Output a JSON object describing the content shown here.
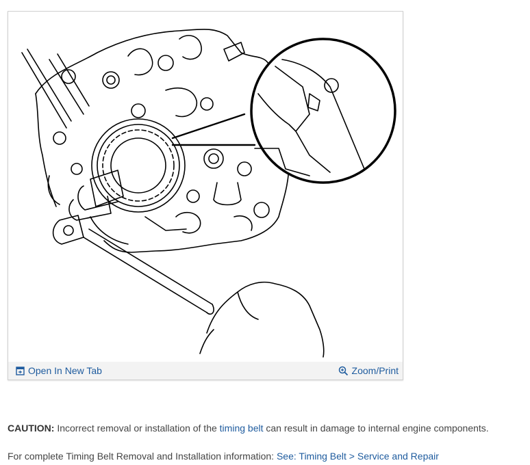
{
  "figure": {
    "toolbar": {
      "open_new_tab_label": "Open In New Tab",
      "zoom_print_label": "Zoom/Print"
    }
  },
  "caution": {
    "label": "CAUTION:",
    "text_before": " Incorrect removal or installation of the ",
    "link_text": "timing belt",
    "text_after": " can result in damage to internal engine components."
  },
  "info": {
    "text": "For complete Timing Belt Removal and Installation information: ",
    "link_text": "See: Timing Belt > Service and Repair"
  },
  "colors": {
    "link": "#1e5b9e",
    "text": "#444444",
    "toolbar_bg": "#f3f3f3"
  }
}
